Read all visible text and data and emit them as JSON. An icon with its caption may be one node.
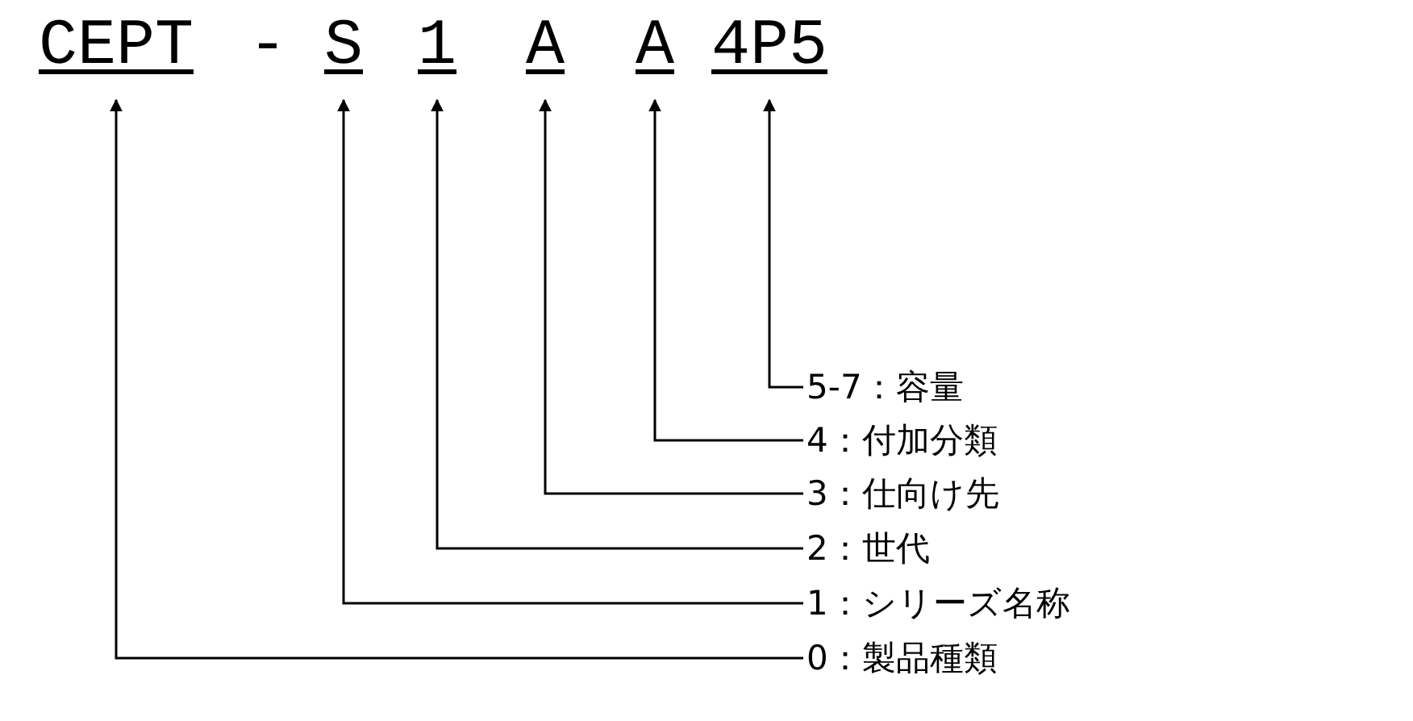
{
  "diagram": {
    "nodes": [
      {
        "text": [
          "CEPT"
        ]
      },
      {
        "text": [
          "S"
        ]
      },
      {
        "text": [
          "1"
        ]
      },
      {
        "text": [
          "A"
        ]
      },
      {
        "text": [
          "A"
        ]
      },
      {
        "text": [
          "4P5"
        ]
      },
      {
        "text": [
          "5-7：容量"
        ]
      },
      {
        "text": [
          "4：付加分類"
        ]
      },
      {
        "text": [
          "3：仕向け先"
        ]
      },
      {
        "text": [
          "2：世代"
        ]
      },
      {
        "text": [
          "1：シリーズ名称"
        ]
      },
      {
        "text": [
          "0：製品種類"
        ]
      }
    ],
    "edges": [
      {
        "from": 6,
        "to": 5,
        "arrow": "to"
      },
      {
        "from": 7,
        "to": 4,
        "arrow": "to"
      },
      {
        "from": 8,
        "to": 3,
        "arrow": "to"
      },
      {
        "from": 9,
        "to": 2,
        "arrow": "to"
      },
      {
        "from": 10,
        "to": 1,
        "arrow": "to"
      },
      {
        "from": 11,
        "to": 0,
        "arrow": "to"
      }
    ],
    "labels": [
      "-"
    ]
  }
}
